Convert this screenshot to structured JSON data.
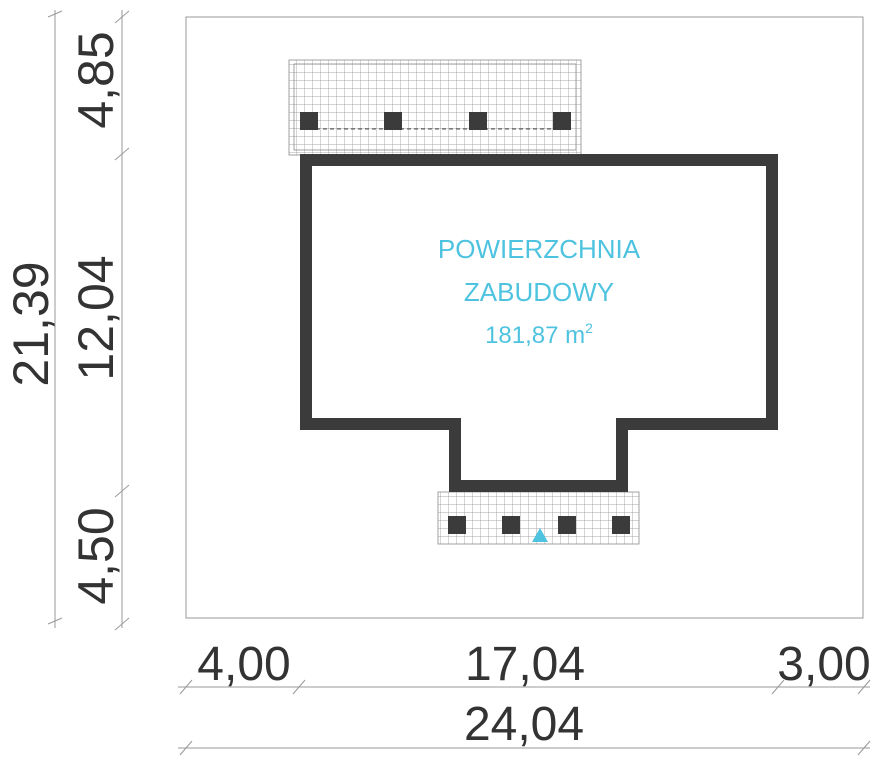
{
  "colors": {
    "wall": "#3b3b3b",
    "line": "#999999",
    "dim_text": "#333333",
    "accent": "#4ec3e0",
    "grid": "#8a8a8a"
  },
  "area": {
    "line1": "POWIERZCHNIA",
    "line2": "ZABUDOWY",
    "value": "181,87 m",
    "unit_sup": "2"
  },
  "dimensions": {
    "vertical_total": "21,39",
    "vertical_top": "4,85",
    "vertical_middle": "12,04",
    "vertical_bottom": "4,50",
    "horizontal_left": "4,00",
    "horizontal_middle": "17,04",
    "horizontal_right": "3,00",
    "horizontal_total": "24,04"
  },
  "icons": {
    "entrance_marker": "triangle-up"
  }
}
